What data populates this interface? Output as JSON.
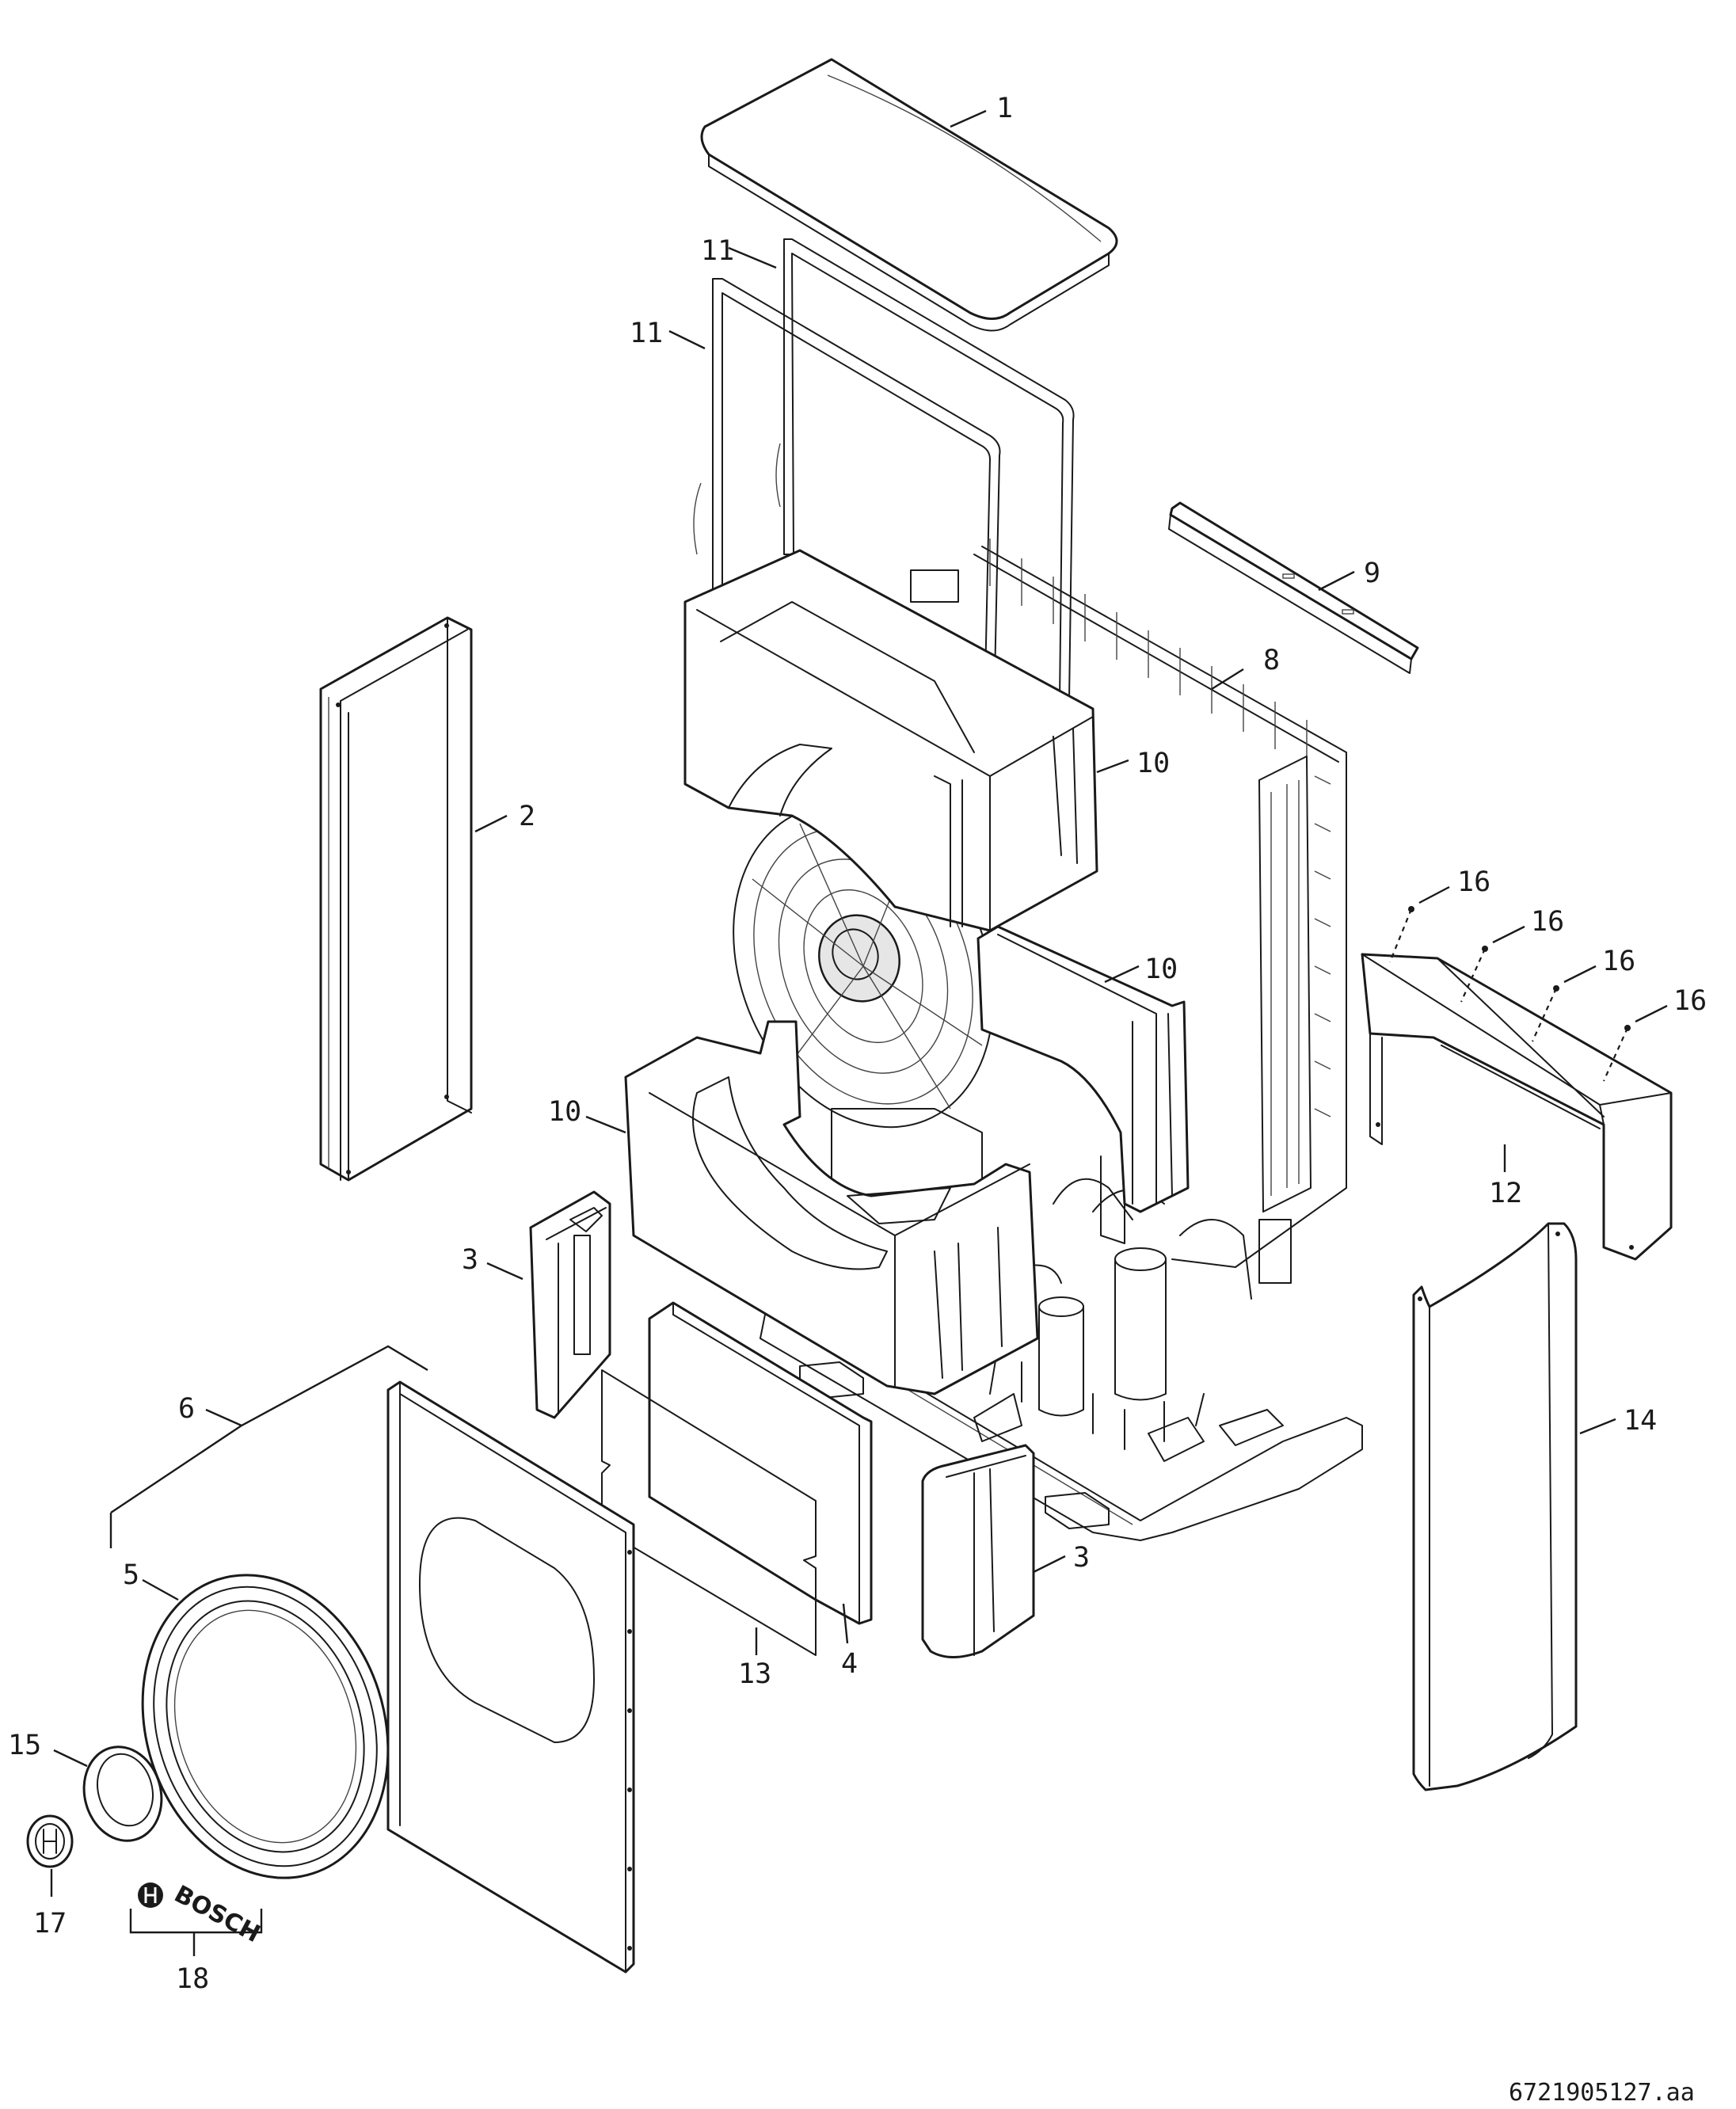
{
  "callouts": {
    "c1": "1",
    "c2": "2",
    "c3a": "3",
    "c3b": "3",
    "c4": "4",
    "c5": "5",
    "c6": "6",
    "c8": "8",
    "c9": "9",
    "c10a": "10",
    "c10b": "10",
    "c10c": "10",
    "c11a": "11",
    "c11b": "11",
    "c12": "12",
    "c13": "13",
    "c14": "14",
    "c15": "15",
    "c16a": "16",
    "c16b": "16",
    "c16c": "16",
    "c16d": "16",
    "c17": "17",
    "c18": "18"
  },
  "brand_label": "BOSCH",
  "document_number": "6721905127.aa"
}
